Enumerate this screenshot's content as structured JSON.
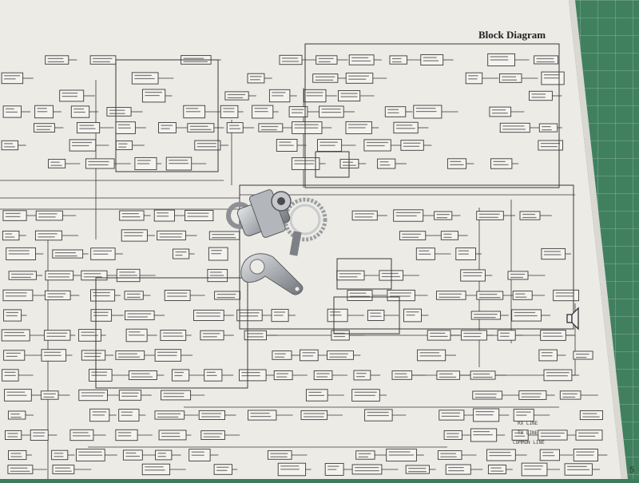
{
  "document": {
    "title": "Block Diagram",
    "page_number": "5",
    "line_labels": {
      "rx": "RX LINE",
      "tx": "TX LINE",
      "common": "COMMON LINE"
    }
  },
  "colors": {
    "mat": "#41805f",
    "paper": "#ecebe6",
    "ink": "#3a3a3a",
    "metal": "#b9bcc0"
  },
  "objects": [
    "bnc-connector",
    "solder-lug",
    "toothed-lock-washer"
  ]
}
